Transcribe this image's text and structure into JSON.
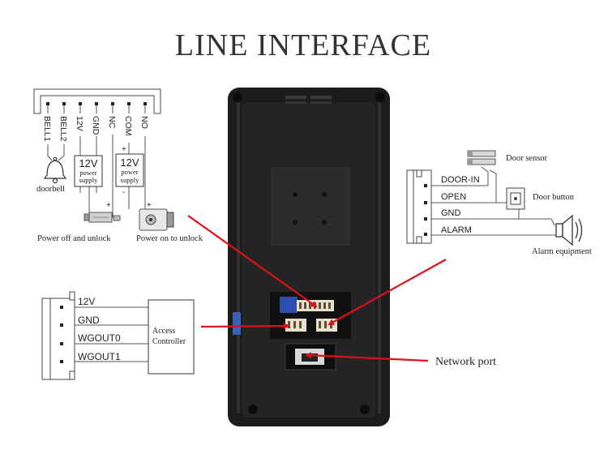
{
  "title": "LINE INTERFACE",
  "top_left_terminals": {
    "pins": [
      "BELL1",
      "BELL2",
      "12V",
      "GND",
      "NC",
      "COM",
      "NO"
    ],
    "supply_left": {
      "voltage": "12V",
      "line1": "power",
      "line2": "supply"
    },
    "supply_right": {
      "voltage": "12V",
      "line1": "power",
      "line2": "supply"
    },
    "doorbell_label": "doorbell",
    "lock_left_label": "Power off and unlock",
    "lock_right_label": "Power on to unlock",
    "plus": "+",
    "minus": "-"
  },
  "right_terminals": {
    "pins": [
      "DOOR-IN",
      "OPEN",
      "GND",
      "ALARM"
    ],
    "door_sensor_label": "Door sensor",
    "door_button_label": "Door button",
    "alarm_label": "Alarm equipment"
  },
  "left_terminals": {
    "pins": [
      "12V",
      "GND",
      "WGOUT0",
      "WGOUT1"
    ],
    "controller_line1": "Access",
    "controller_line2": "Controller"
  },
  "network_port_label": "Network port",
  "colors": {
    "arrow": "#e0101a",
    "line": "#444444",
    "device": "#202020",
    "title": "#333333"
  }
}
